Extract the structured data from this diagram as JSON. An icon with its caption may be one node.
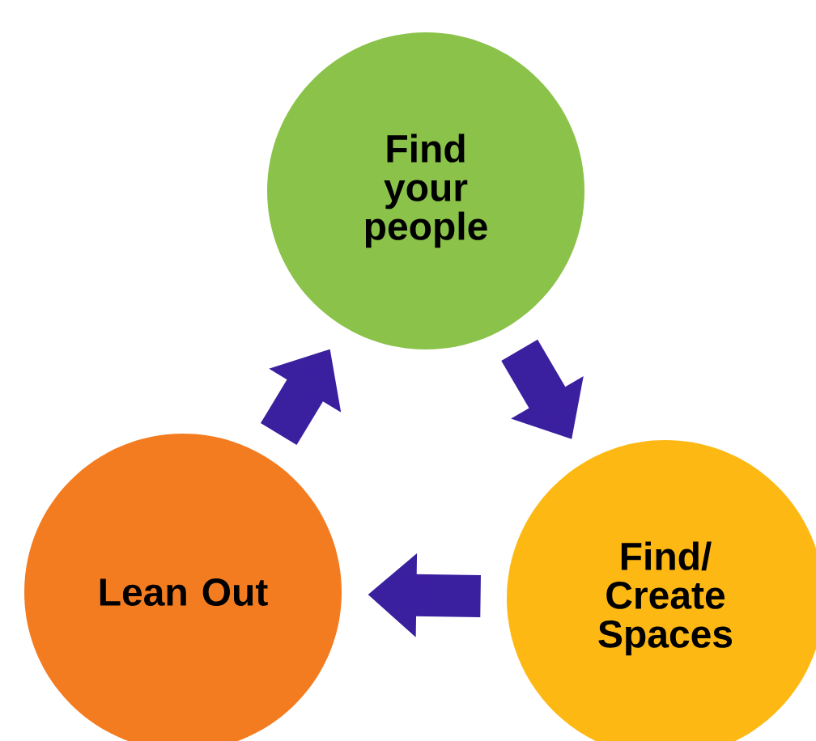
{
  "diagram": {
    "nodes": [
      {
        "text": [
          "Find your people"
        ]
      },
      {
        "text": [
          "Lean Out"
        ]
      },
      {
        "text": [
          "Find/ Create Spaces"
        ]
      }
    ],
    "edges": [
      {
        "from": 1,
        "to": 0,
        "arrow": "to"
      },
      {
        "from": 0,
        "to": 2,
        "arrow": "to"
      },
      {
        "from": 2,
        "to": 1,
        "arrow": "to"
      }
    ]
  }
}
